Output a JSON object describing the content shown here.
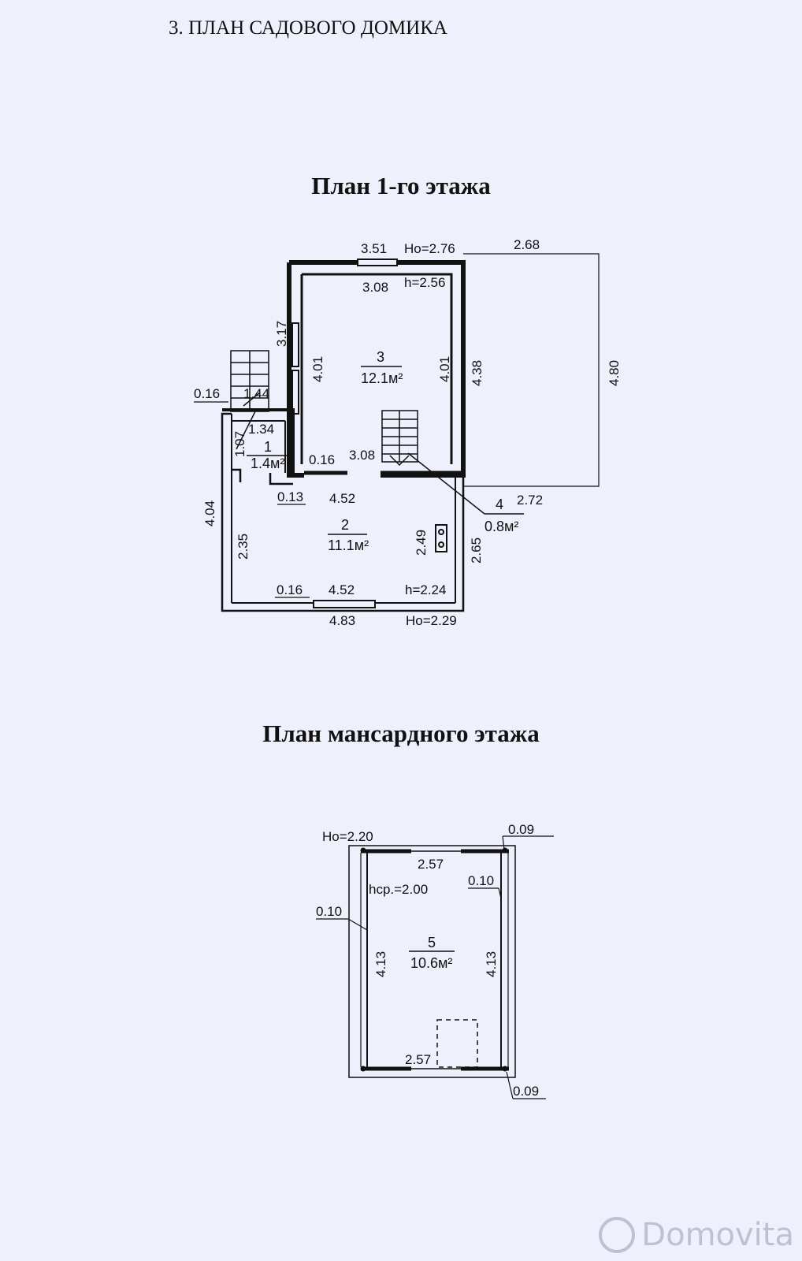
{
  "header": {
    "title": "3. ПЛАН САДОВОГО ДОМИКА"
  },
  "floor1": {
    "title": "План 1-го этажа",
    "rooms": [
      {
        "number": "1",
        "area": "1.4м²"
      },
      {
        "number": "2",
        "area": "11.1м²"
      },
      {
        "number": "3",
        "area": "12.1м²"
      },
      {
        "number": "4",
        "area": "0.8м²"
      }
    ],
    "dims": {
      "top_outer": "3.51",
      "ho_top": "Ho=2.76",
      "canopy_top": "2.68",
      "top_inner": "3.08",
      "h_top": "h=2.56",
      "room3_left_outer": "3.17",
      "room3_left": "4.01",
      "room3_right": "4.01",
      "room3_right_outer": "4.38",
      "canopy_right": "4.80",
      "hall_left_wall": "0.16",
      "stair_width": "1.44",
      "hall_width": "1.34",
      "hall_depth": "1.07",
      "bottom_wall_room3": "0.16",
      "bottom_room3": "3.08",
      "canopy_bottom": "2.72",
      "partition": "0.13",
      "room2_top": "4.52",
      "left_outer": "4.04",
      "room2_left": "2.35",
      "room2_inner_right": "2.49",
      "room2_right_outer": "2.65",
      "bottom_wall": "0.16",
      "room2_bottom": "4.52",
      "h_bottom": "h=2.24",
      "bottom_outer": "4.83",
      "ho_bottom": "Ho=2.29"
    }
  },
  "floor2": {
    "title": "План мансардного этажа",
    "rooms": [
      {
        "number": "5",
        "area": "10.6м²"
      }
    ],
    "dims": {
      "ho": "Ho=2.20",
      "wall_top_right": "0.09",
      "top_inner": "2.57",
      "hcp": "hср.=2.00",
      "wall_right": "0.10",
      "wall_left": "0.10",
      "left_inner": "4.13",
      "right_inner": "4.13",
      "bottom_inner": "2.57",
      "wall_bottom_right": "0.09"
    }
  },
  "watermark": {
    "text": "Domovita"
  }
}
